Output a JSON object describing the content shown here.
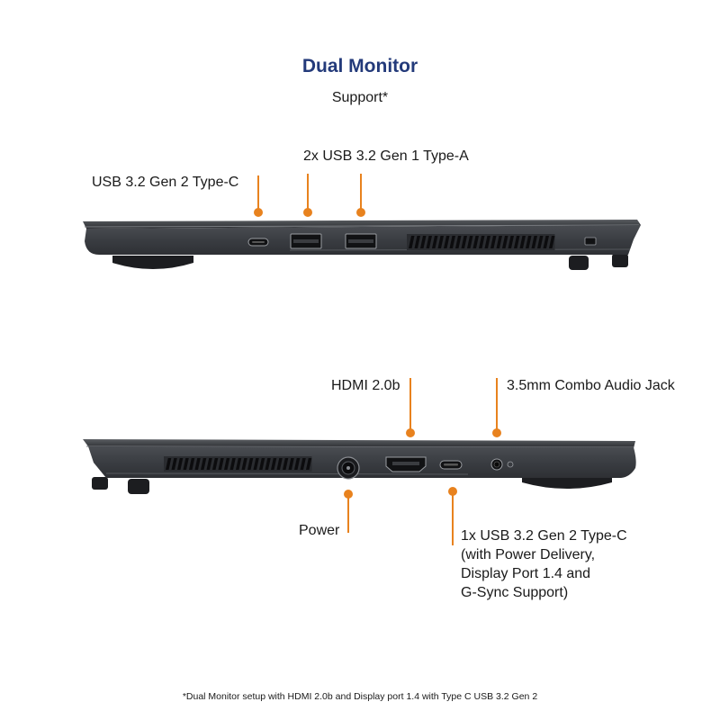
{
  "header": {
    "title": "Dual Monitor",
    "subtitle": "Support*"
  },
  "top_view": {
    "labels": {
      "usb_c": "USB 3.2 Gen 2 Type-C",
      "usb_a": "2x USB 3.2 Gen 1 Type-A"
    }
  },
  "bottom_view": {
    "labels": {
      "hdmi": "HDMI 2.0b",
      "audio": "3.5mm Combo Audio Jack",
      "power": "Power",
      "usb_c_line1": "1x USB 3.2 Gen 2 Type-C",
      "usb_c_line2": "(with Power Delivery,",
      "usb_c_line3": "Display Port 1.4 and",
      "usb_c_line4": "G-Sync Support)"
    }
  },
  "footnote": "*Dual Monitor setup with HDMI 2.0b and Display port 1.4 with Type C USB 3.2 Gen 2",
  "colors": {
    "title": "#233a7a",
    "callout": "#e8821e",
    "chassis": "#3a3d42"
  }
}
